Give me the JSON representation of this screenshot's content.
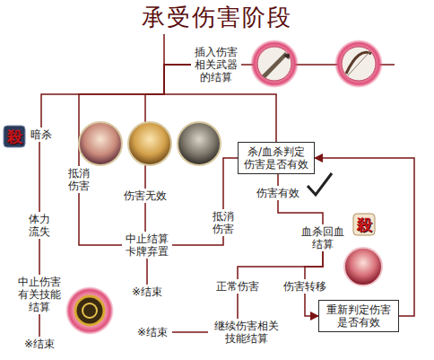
{
  "diagram": {
    "title": "承受伤害阶段",
    "nodes": [
      {
        "text": [
          "插入伤害 相关武器 的结算"
        ]
      },
      {
        "text": [
          "暗杀"
        ]
      },
      {
        "text": [
          "抵消 伤害"
        ]
      },
      {
        "text": [
          "伤害无效"
        ]
      },
      {
        "text": [
          "抵消 伤害"
        ]
      },
      {
        "text": [
          "杀/血杀判定 伤害是否有效"
        ]
      },
      {
        "text": [
          "伤害有效"
        ]
      },
      {
        "text": [
          "体力 流失"
        ]
      },
      {
        "text": [
          "中止结算 卡牌弃置"
        ]
      },
      {
        "text": [
          "血杀回血 结算"
        ]
      },
      {
        "text": [
          "中止伤害 有关技能 结算"
        ]
      },
      {
        "text": [
          "※结束"
        ]
      },
      {
        "text": [
          "正常伤害"
        ]
      },
      {
        "text": [
          "伤害转移"
        ]
      },
      {
        "text": [
          "重新判定伤害 是否有效"
        ]
      },
      {
        "text": [
          "※结束"
        ]
      },
      {
        "text": [
          "继续伤害相关 技能结算"
        ]
      },
      {
        "text": [
          "※结束"
        ]
      }
    ],
    "edges": [
      {
        "from": 0,
        "to": 1,
        "arrow": "none"
      },
      {
        "from": 0,
        "to": 2,
        "arrow": "none"
      },
      {
        "from": 0,
        "to": 3,
        "arrow": "none"
      },
      {
        "from": 0,
        "to": 5,
        "arrow": "none"
      },
      {
        "from": 1,
        "to": 7,
        "arrow": "none"
      },
      {
        "from": 2,
        "to": 8,
        "arrow": "none"
      },
      {
        "from": 3,
        "to": 8,
        "arrow": "none"
      },
      {
        "from": 5,
        "to": 4,
        "arrow": "none"
      },
      {
        "from": 5,
        "to": 6,
        "arrow": "none"
      },
      {
        "from": 4,
        "to": 8,
        "arrow": "none"
      },
      {
        "from": 7,
        "to": 10,
        "arrow": "none"
      },
      {
        "from": 8,
        "to": 11,
        "arrow": "none"
      },
      {
        "from": 6,
        "to": 9,
        "arrow": "none"
      },
      {
        "from": 9,
        "to": 12,
        "arrow": "none"
      },
      {
        "from": 9,
        "to": 13,
        "arrow": "none"
      },
      {
        "from": 10,
        "to": 15,
        "arrow": "none"
      },
      {
        "from": 12,
        "to": 16,
        "arrow": "none"
      },
      {
        "from": 13,
        "to": 14,
        "arrow": "to"
      },
      {
        "from": 16,
        "to": 17,
        "arrow": "none"
      },
      {
        "from": 14,
        "to": 5,
        "arrow": "to"
      }
    ],
    "labels": [
      "殺",
      "殺"
    ]
  }
}
